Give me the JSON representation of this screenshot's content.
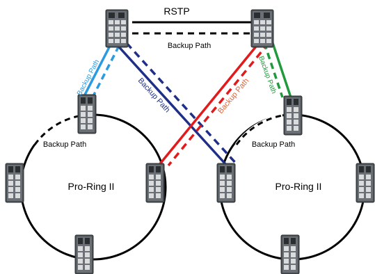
{
  "labels": {
    "rstp": "RSTP",
    "backup_path_top": "Backup Path",
    "backup_path_blue": "Backup Path",
    "backup_path_navy": "Backup Path",
    "backup_path_red": "Backup Path",
    "backup_path_green": "Backup Path",
    "backup_path_left_ring": "Backup Path",
    "backup_path_right_ring": "Backup Path",
    "ring_left": "Pro-Ring II",
    "ring_right": "Pro-Ring II"
  },
  "colors": {
    "rstp_line": "#000000",
    "blue": "#2a9be0",
    "navy": "#1f2e86",
    "red": "#e11b1b",
    "red_label": "#e0663a",
    "green": "#1f9a3c",
    "ring": "#000000",
    "switch_body": "#5a5f63"
  },
  "icons": {
    "switch": "industrial-ethernet-switch-icon"
  }
}
